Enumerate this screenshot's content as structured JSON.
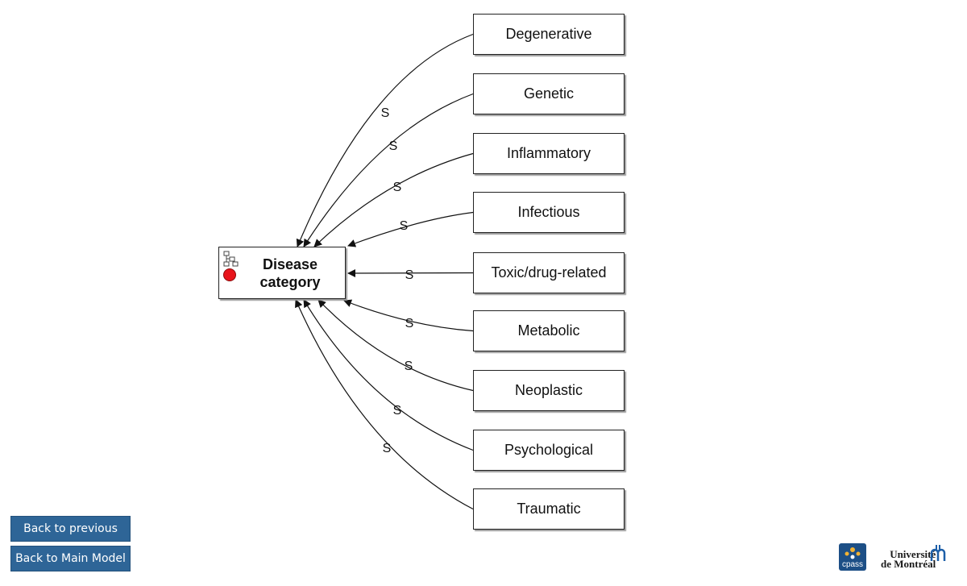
{
  "diagram": {
    "target": {
      "line1": "Disease",
      "line2": "category"
    },
    "sources": [
      {
        "label": "Degenerative",
        "edge": "S"
      },
      {
        "label": "Genetic",
        "edge": "S"
      },
      {
        "label": "Inflammatory",
        "edge": "S"
      },
      {
        "label": "Infectious",
        "edge": "S"
      },
      {
        "label": "Toxic/drug-related",
        "edge": "S"
      },
      {
        "label": "Metabolic",
        "edge": "S"
      },
      {
        "label": "Neoplastic",
        "edge": "S"
      },
      {
        "label": "Psychological",
        "edge": "S"
      },
      {
        "label": "Traumatic",
        "edge": "S"
      }
    ],
    "status_color": "#e8141b"
  },
  "nav": {
    "back_previous": "Back to previous",
    "back_main": "Back to Main Model"
  },
  "logos": {
    "cpass": "cpass",
    "udem_line1": "Université",
    "udem_line2": "de Montréal",
    "cpass_color": "#1d4f86"
  }
}
